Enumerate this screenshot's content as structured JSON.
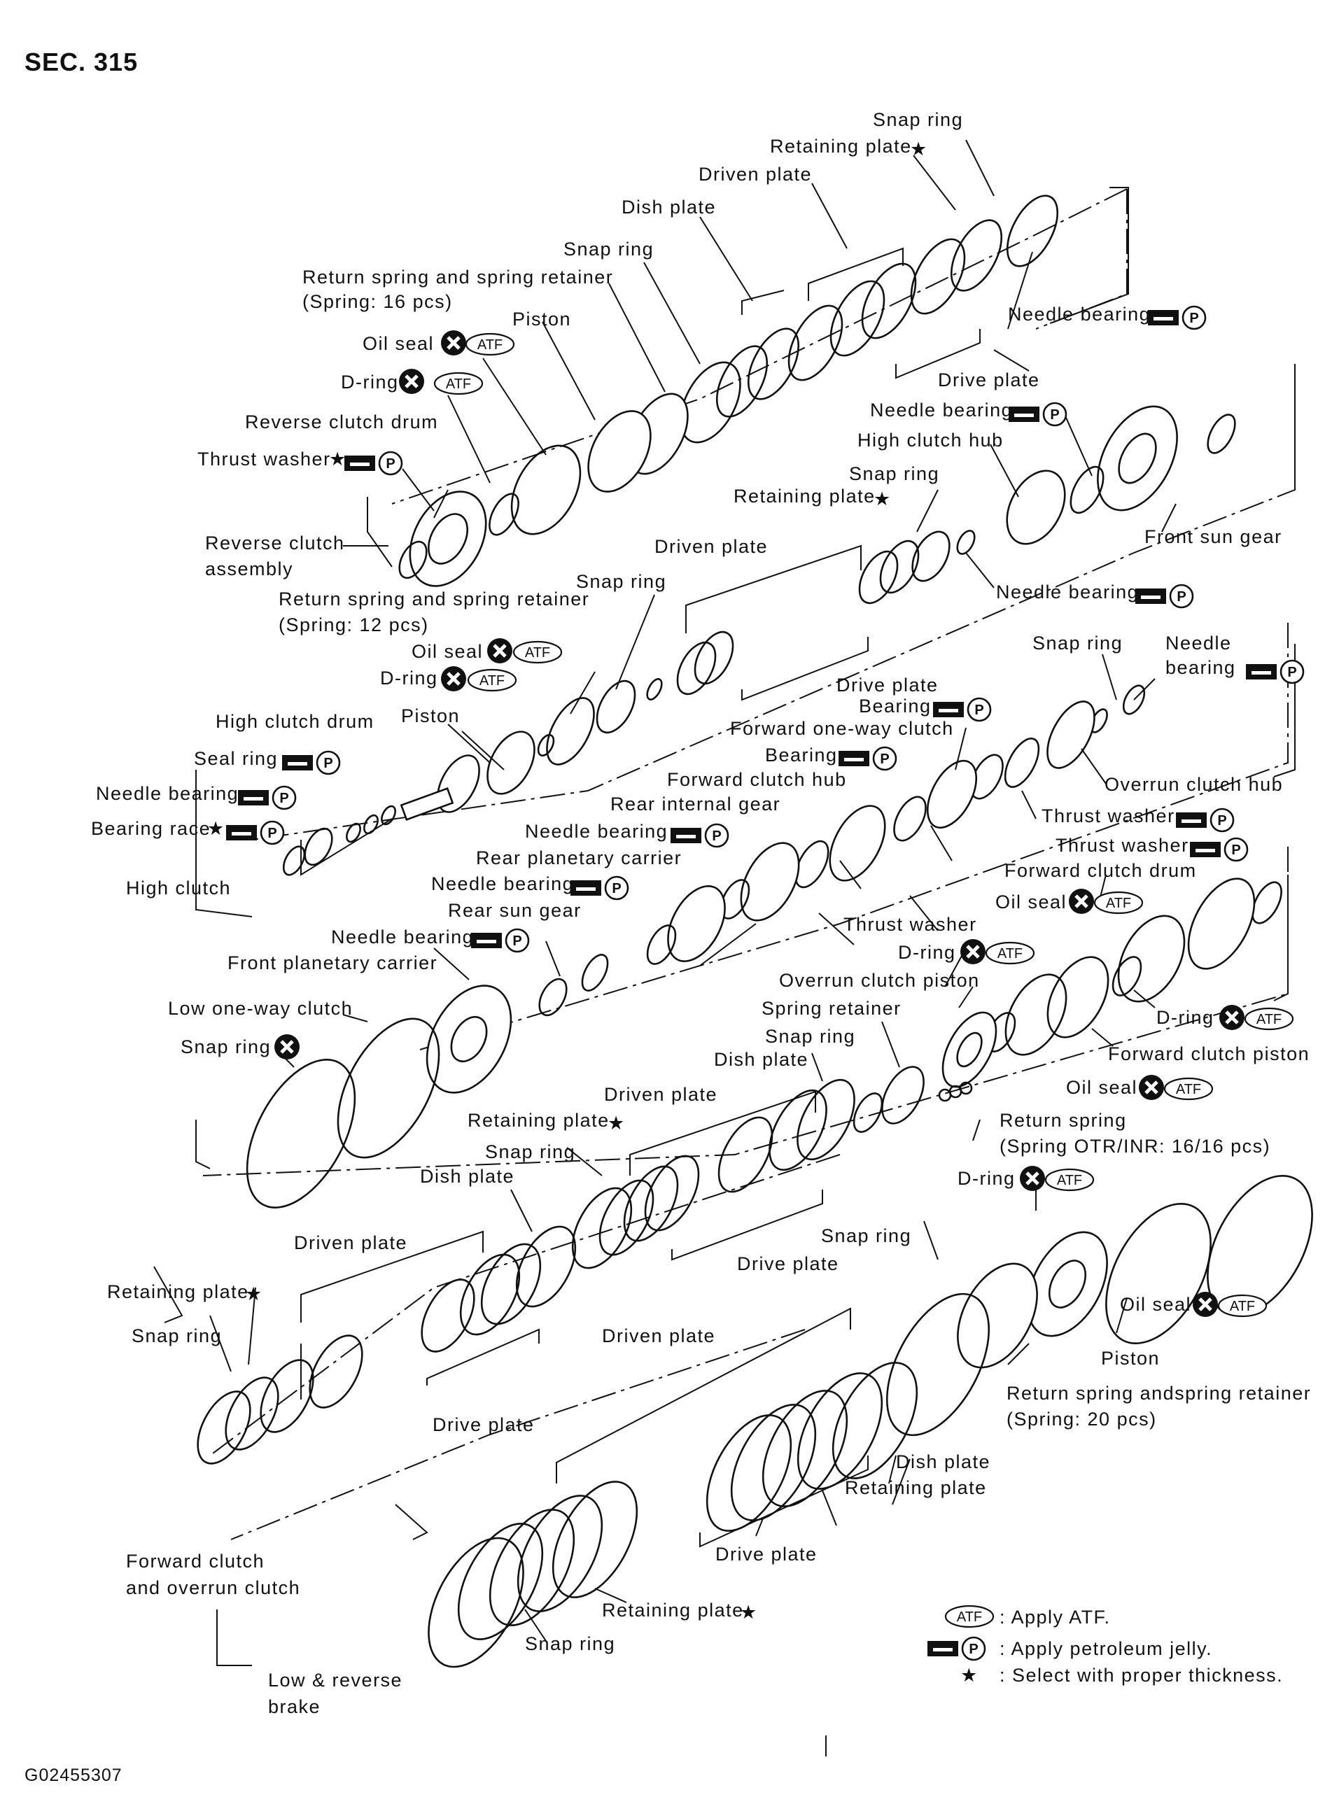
{
  "header": {
    "section": "SEC. 315",
    "figure_code": "G02455307"
  },
  "labels": {
    "l01": "Snap ring",
    "l02": "Retaining plate",
    "l03": "Driven plate",
    "l04": "Dish plate",
    "l05": "Snap ring",
    "l06a": "Return spring and spring retainer",
    "l06b": "(Spring: 16 pcs)",
    "l07": "Piston",
    "l08": "Oil seal",
    "l09": "D-ring",
    "l10": "Reverse clutch drum",
    "l11": "Thrust washer",
    "l12a": "Reverse clutch",
    "l12b": "assembly",
    "l13": "Needle bearing",
    "l14": "Drive plate",
    "l15": "Needle bearing",
    "l16": "High clutch hub",
    "l17": "Snap ring",
    "l18": "Retaining plate",
    "l19": "Front sun gear",
    "l20": "Driven plate",
    "l21": "Snap ring",
    "l22a": "Return spring and spring retainer",
    "l22b": "(Spring: 12 pcs)",
    "l23": "Needle bearing",
    "l24": "Oil seal",
    "l25": "D-ring",
    "l26": "Snap ring",
    "l27a": "Needle",
    "l27b": "bearing",
    "l28": "Drive plate",
    "l29": "Bearing",
    "l30": "High clutch drum",
    "l31": "Piston",
    "l32": "Forward one-way clutch",
    "l33": "Seal ring",
    "l34": "Bearing",
    "l35": "Forward clutch hub",
    "l36": "Overrun clutch hub",
    "l37": "Needle bearing",
    "l38": "Rear internal gear",
    "l39": "Thrust washer",
    "l40": "Bearing race",
    "l41": "Needle bearing",
    "l42": "Thrust washer",
    "l43": "Rear planetary carrier",
    "l44": "Forward clutch drum",
    "l45": "High clutch",
    "l46": "Needle bearing",
    "l47": "Rear sun gear",
    "l48": "Oil seal",
    "l49": "Thrust washer",
    "l50": "Needle bearing",
    "l51": "D-ring",
    "l52": "Front planetary carrier",
    "l53": "Overrun clutch piston",
    "l54": "D-ring",
    "l55": "Low one-way clutch",
    "l56": "Spring retainer",
    "l57": "Snap ring",
    "l58": "Snap ring",
    "l59": "Forward clutch piston",
    "l60": "Dish plate",
    "l61": "Oil seal",
    "l62": "Driven plate",
    "l63a": "Return spring",
    "l63b": "(Spring OTR/INR: 16/16 pcs)",
    "l64": "Retaining plate",
    "l65": "Snap ring",
    "l66": "D-ring",
    "l67": "Dish plate",
    "l68": "Drive plate",
    "l69": "Driven plate",
    "l70": "Snap ring",
    "l71": "Retaining plate",
    "l72": "Oil seal",
    "l73": "Snap ring",
    "l74": "Driven plate",
    "l75": "Piston",
    "l76a": "Return spring andspring retainer",
    "l76b": "(Spring: 20 pcs)",
    "l77": "Drive plate",
    "l78": "Dish plate",
    "l79": "Retaining plate",
    "l80a": "Forward clutch",
    "l80b": "and overrun clutch",
    "l81": "Drive plate",
    "l82": "Retaining plate",
    "l83": "Snap ring",
    "l84a": "Low & reverse",
    "l84b": "brake"
  },
  "symbols": {
    "atf": "ATF",
    "petroleum": "P",
    "star": "★"
  },
  "legend": {
    "atf": ": Apply ATF.",
    "petroleum": ": Apply petroleum jelly.",
    "star": ": Select with proper thickness."
  }
}
